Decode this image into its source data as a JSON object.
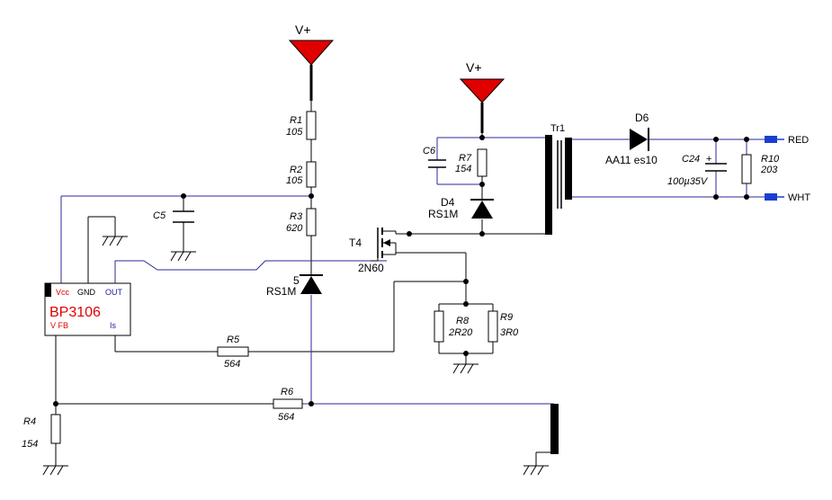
{
  "supply": {
    "label": "V+"
  },
  "ic": {
    "name": "BP3106",
    "pin_vcc": "Vcc",
    "pin_gnd": "GND",
    "pin_out": "OUT",
    "pin_vfb": "V FB",
    "pin_is": "Is"
  },
  "components": {
    "r1": {
      "ref": "R1",
      "value": "105"
    },
    "r2": {
      "ref": "R2",
      "value": "105"
    },
    "r3": {
      "ref": "R3",
      "value": "620"
    },
    "r4": {
      "ref": "R4",
      "value": "154"
    },
    "r5": {
      "ref": "R5",
      "value": "564"
    },
    "r6": {
      "ref": "R6",
      "value": "564"
    },
    "r7": {
      "ref": "R7",
      "value": "154"
    },
    "r8": {
      "ref": "R8",
      "value": "2R20"
    },
    "r9": {
      "ref": "R9",
      "value": "3R0"
    },
    "r10": {
      "ref": "R10",
      "value": "203"
    },
    "c5": {
      "ref": "C5"
    },
    "c6": {
      "ref": "C6"
    },
    "c24": {
      "ref": "C24",
      "value": "100µ35V",
      "polarity": "+"
    },
    "d4": {
      "ref": "D4",
      "value": "RS1M"
    },
    "d5": {
      "ref": "5",
      "value": "RS1M"
    },
    "d6": {
      "ref": "D6",
      "value": "AA11 es10"
    },
    "t4": {
      "ref": "T4",
      "value": "2N60"
    },
    "tr1": {
      "ref": "Tr1"
    }
  },
  "outputs": {
    "red": "RED",
    "wht": "WHT"
  },
  "colors": {
    "triangle": "#e00000",
    "wire_blue": "#2a2a9a",
    "connector": "#1a3fd0"
  }
}
